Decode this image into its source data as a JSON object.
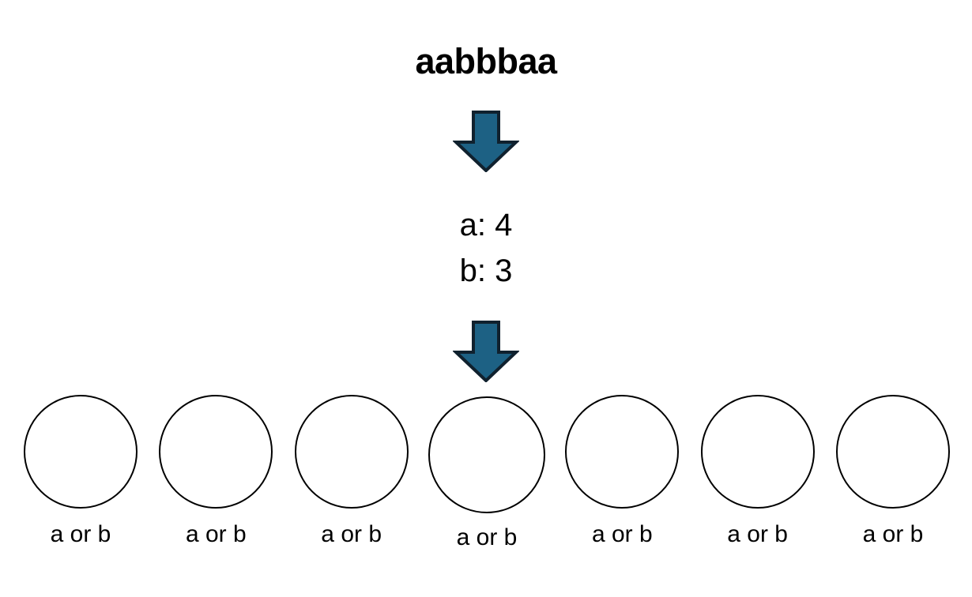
{
  "figure": {
    "title": "aabbbaa",
    "arrow_color": "#1d6184",
    "arrow_outline_color": "#10212e",
    "circle_outline_color": "#000000",
    "background_color": "#ffffff",
    "text_color": "#000000"
  },
  "arrows": [
    {
      "name": "arrow-down-top",
      "direction": "down"
    },
    {
      "name": "arrow-down-bottom",
      "direction": "down"
    }
  ],
  "counts": {
    "lines": [
      {
        "label": "a",
        "value": 4,
        "text": "a: 4"
      },
      {
        "label": "b",
        "value": 3,
        "text": "b: 3"
      }
    ]
  },
  "slots": {
    "count": 7,
    "items": [
      {
        "index": 1,
        "label": "a or b",
        "value": ""
      },
      {
        "index": 2,
        "label": "a or b",
        "value": ""
      },
      {
        "index": 3,
        "label": "a or b",
        "value": ""
      },
      {
        "index": 4,
        "label": "a or b",
        "value": ""
      },
      {
        "index": 5,
        "label": "a or b",
        "value": ""
      },
      {
        "index": 6,
        "label": "a or b",
        "value": ""
      },
      {
        "index": 7,
        "label": "a or b",
        "value": ""
      }
    ]
  }
}
